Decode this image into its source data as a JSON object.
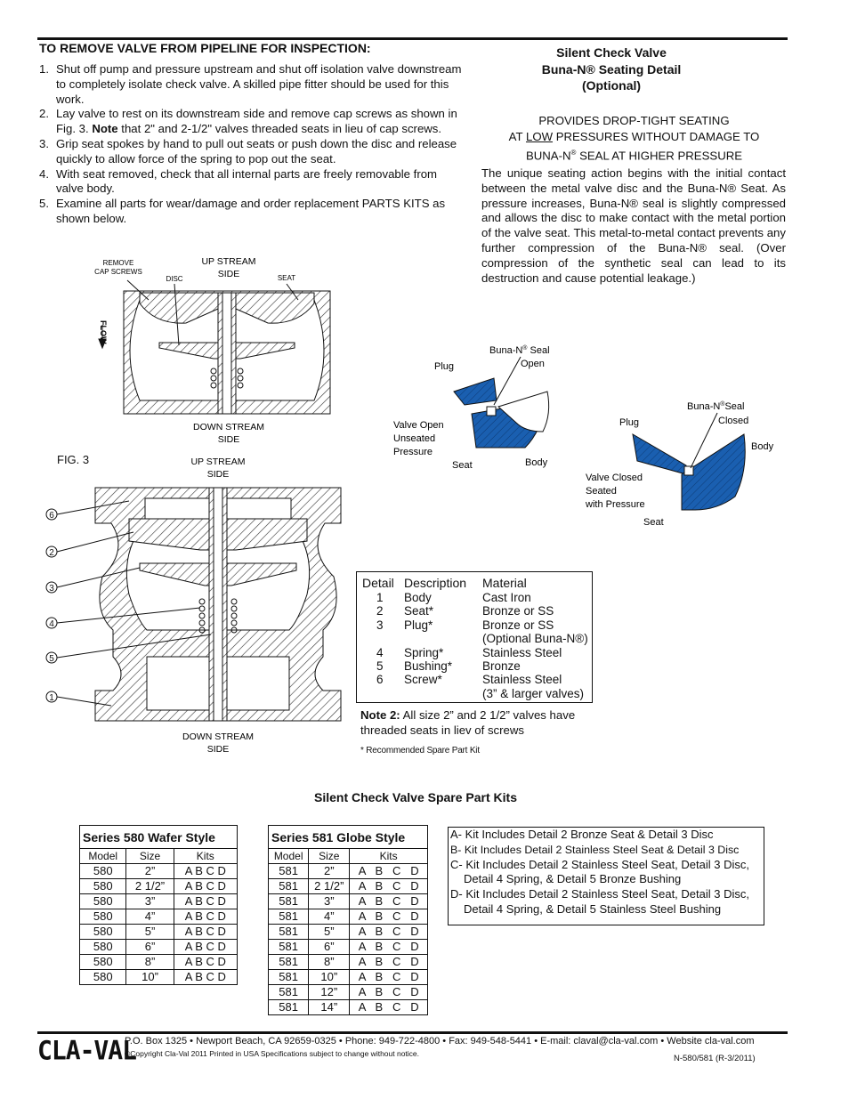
{
  "remove": {
    "heading": "TO REMOVE VALVE FROM PIPELINE FOR INSPECTION:",
    "steps": [
      {
        "num": "1.",
        "text": "Shut off pump and pressure upstream and shut off isolation valve downstream to completely isolate check valve. A skilled pipe fitter should be used for this work."
      },
      {
        "num": "2.",
        "text_a": "Lay valve to rest on its downstream side and remove cap screws as shown in Fig. 3. ",
        "note_word": "Note",
        "text_b": " that 2\" and 2-1/2\" valves threaded seats in lieu of cap screws."
      },
      {
        "num": "3.",
        "text": "Grip seat spokes by hand to pull out seats or push down the disc and release quickly to allow force of the spring to pop out the seat."
      },
      {
        "num": "4.",
        "text": "With seat removed, check that all internal parts are freely removable from valve body."
      },
      {
        "num": "5.",
        "text": "Examine all parts for wear/damage and order replacement PARTS KITS as shown below."
      }
    ]
  },
  "seating": {
    "title1": "Silent Check Valve",
    "title2": "Buna-N® Seating Detail",
    "title3": "(Optional)",
    "provides1": "PROVIDES DROP-TIGHT SEATING",
    "provides2a": "AT ",
    "provides2_low": "LOW",
    "provides2b": " PRESSURES WITHOUT DAMAGE TO",
    "provides3a": "BUNA-N",
    "provides3_sup": "®",
    "provides3b": " SEAL AT HIGHER PRESSURE",
    "description": "The unique seating action begins with the initial contact between the metal valve disc and the Buna-N® Seat. As pressure increases, Buna-N® seal is slightly compressed and allows the disc to make contact with the metal portion of the valve seat. This metal-to-metal contact prevents any further compression of the Buna-N® seal. (Over compression of the synthetic seal can lead to its destruction and cause potential leakage.)"
  },
  "drawing1": {
    "remove_cap_screws_1": "REMOVE",
    "remove_cap_screws_2": "CAP SCREWS",
    "disc": "DISC",
    "up_stream_1": "UP STREAM",
    "up_stream_2": "SIDE",
    "seat": "SEAT",
    "flow": "FLOW",
    "down_stream_1": "DOWN STREAM",
    "down_stream_2": "SIDE"
  },
  "drawing2": {
    "fig": "FIG. 3",
    "up_stream_1": "UP STREAM",
    "up_stream_2": "SIDE",
    "down_stream_1": "DOWN STREAM",
    "down_stream_2": "SIDE",
    "callouts": [
      "6",
      "2",
      "3",
      "4",
      "5",
      "1"
    ]
  },
  "open_detail": {
    "buna_seal": "Buna-N",
    "reg": "®",
    "seal": " Seal",
    "open": "Open",
    "plug": "Plug",
    "valve_open_1": "Valve Open",
    "valve_open_2": "Unseated",
    "valve_open_3": "Pressure",
    "seat": "Seat",
    "body": "Body"
  },
  "closed_detail": {
    "buna_seal": "Buna-N",
    "reg": "®",
    "seal": "Seal",
    "closed": "Closed",
    "plug": "Plug",
    "body": "Body",
    "valve_closed_1": "Valve Closed",
    "valve_closed_2": "Seated",
    "valve_closed_3": "with Pressure",
    "seat": "Seat"
  },
  "parts": {
    "headers": {
      "detail": "Detail",
      "description": "Description",
      "material": "Material"
    },
    "rows": [
      {
        "detail": "1",
        "description": "Body",
        "material": "Cast Iron"
      },
      {
        "detail": "2",
        "description": "Seat*",
        "material": "Bronze or SS"
      },
      {
        "detail": "3",
        "description": "Plug*",
        "material": "Bronze or SS"
      },
      {
        "detail": "",
        "description": "",
        "material": "(Optional Buna-N®)"
      },
      {
        "detail": "4",
        "description": "Spring*",
        "material": "Stainless Steel"
      },
      {
        "detail": "5",
        "description": "Bushing*",
        "material": "Bronze"
      },
      {
        "detail": "6",
        "description": "Screw*",
        "material": "Stainless Steel"
      },
      {
        "detail": "",
        "description": "",
        "material": "(3” & larger valves)"
      }
    ],
    "note_label": "Note 2:",
    "note_text": " All size 2” and 2 1/2” valves have threaded seats in liev of screws",
    "recommended": "* Recommended Spare Part Kit"
  },
  "kits": {
    "title": "Silent Check Valve Spare Part Kits",
    "series580": {
      "title": "Series 580 Wafer Style",
      "headers": [
        "Model",
        "Size",
        "Kits"
      ],
      "rows": [
        {
          "model": "580",
          "size": "2”",
          "kits": "A B C D"
        },
        {
          "model": "580",
          "size": "2 1/2”",
          "kits": "A B C D"
        },
        {
          "model": "580",
          "size": "3”",
          "kits": "A B C D"
        },
        {
          "model": "580",
          "size": "4”",
          "kits": "A B C D"
        },
        {
          "model": "580",
          "size": "5”",
          "kits": "A B C D"
        },
        {
          "model": "580",
          "size": "6”",
          "kits": "A B C D"
        },
        {
          "model": "580",
          "size": "8”",
          "kits": "A B C D"
        },
        {
          "model": "580",
          "size": "10”",
          "kits": "A B C D"
        }
      ]
    },
    "series581": {
      "title": "Series 581 Globe Style",
      "headers": [
        "Model",
        "Size",
        "Kits"
      ],
      "rows": [
        {
          "model": "581",
          "size": "2”",
          "kits": "A   B   C   D"
        },
        {
          "model": "581",
          "size": "2 1/2”",
          "kits": "A   B   C   D"
        },
        {
          "model": "581",
          "size": "3”",
          "kits": "A   B   C   D"
        },
        {
          "model": "581",
          "size": "4”",
          "kits": "A   B   C   D"
        },
        {
          "model": "581",
          "size": "5”",
          "kits": "A   B   C   D"
        },
        {
          "model": "581",
          "size": "6”",
          "kits": "A   B   C   D"
        },
        {
          "model": "581",
          "size": "8”",
          "kits": "A   B   C   D"
        },
        {
          "model": "581",
          "size": "10”",
          "kits": "A   B   C   D"
        },
        {
          "model": "581",
          "size": "12”",
          "kits": "A   B   C   D"
        },
        {
          "model": "581",
          "size": "14”",
          "kits": "A   B   C   D"
        }
      ]
    },
    "definitions": [
      "A- Kit Includes Detail 2 Bronze Seat & Detail 3 Disc",
      "B- Kit Includes Detail 2 Stainless Steel Seat & Detail 3 Disc",
      "C- Kit Includes Detail 2 Stainless Steel Seat, Detail 3 Disc, Detail 4 Spring, & Detail 5 Bronze Bushing",
      "D- Kit Includes Detail 2 Stainless Steel Seat, Detail 3 Disc, Detail 4 Spring, & Detail 5 Stainless Steel  Bushing"
    ]
  },
  "footer": {
    "logo": "CLA-VAL",
    "address": "P.O. Box 1325 • Newport Beach, CA 92659-0325 • Phone: 949-722-4800 • Fax: 949-548-5441 • E-mail: claval@cla-val.com • Website cla-val.com",
    "copyright": "©Copyright Cla-Val 2011   Printed in USA   Specifications subject to change without notice.",
    "form_number": "N-580/581  (R-3/2011)"
  },
  "colors": {
    "buna_blue": "#1a5fb0",
    "hatch": "#333333"
  }
}
